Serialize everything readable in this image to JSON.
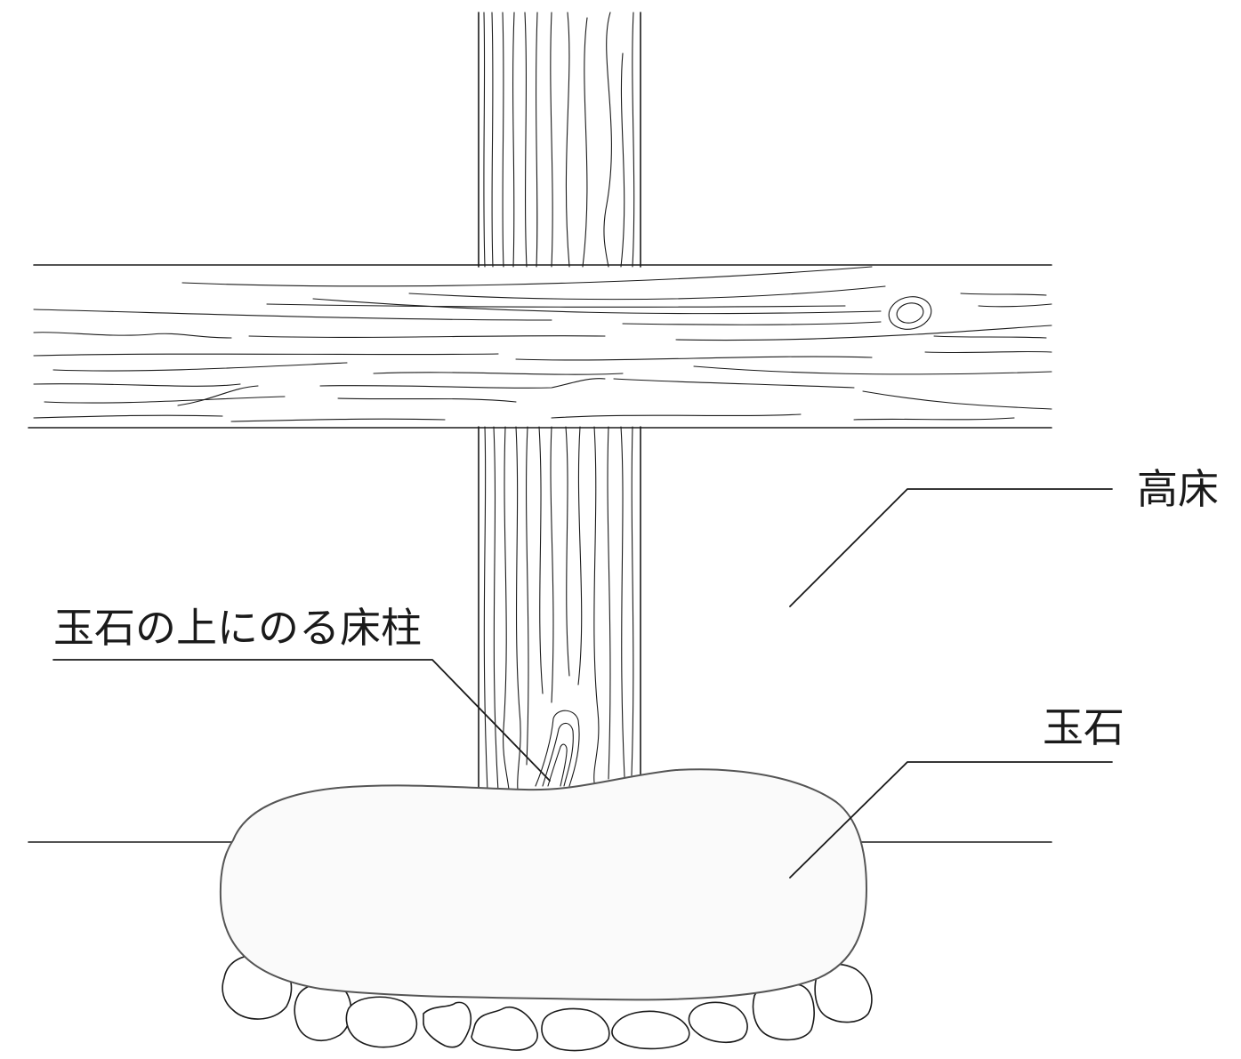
{
  "labels": {
    "floor_post": "玉石の上にのる床柱",
    "raised_floor": "高床",
    "base_stone": "玉石"
  },
  "colors": {
    "ink": "#1a1a1a",
    "stone_fill": "#fafafa",
    "stone_outline": "#555555"
  }
}
